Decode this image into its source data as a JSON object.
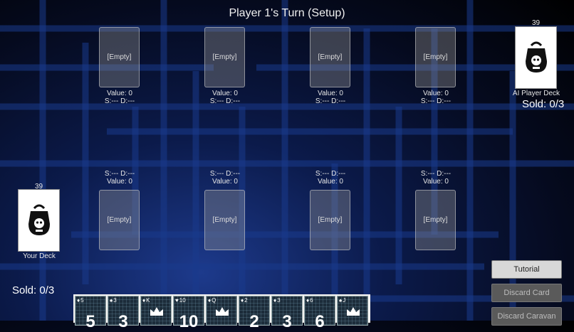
{
  "title": "Player 1's Turn (Setup)",
  "empty_label": "[Empty]",
  "caravans_top": [
    {
      "value": "Value: 0",
      "suit_dir": "S:--- D:---"
    },
    {
      "value": "Value: 0",
      "suit_dir": "S:--- D:---"
    },
    {
      "value": "Value: 0",
      "suit_dir": "S:--- D:---"
    },
    {
      "value": "Value: 0",
      "suit_dir": "S:--- D:---"
    }
  ],
  "caravans_bottom": [
    {
      "value": "Value: 0",
      "suit_dir": "S:--- D:---"
    },
    {
      "value": "Value: 0",
      "suit_dir": "S:--- D:---"
    },
    {
      "value": "Value: 0",
      "suit_dir": "S:--- D:---"
    },
    {
      "value": "Value: 0",
      "suit_dir": "S:--- D:---"
    }
  ],
  "ai_deck": {
    "count": "39",
    "label": "AI Player Deck",
    "sold": "Sold: 0/3"
  },
  "player_deck": {
    "count": "39",
    "label": "Your Deck",
    "sold": "Sold: 0/3"
  },
  "buttons": {
    "tutorial": "Tutorial",
    "discard_card": "Discard Card",
    "discard_caravan": "Discard Caravan"
  },
  "hand": [
    {
      "rank": "5",
      "suit": "diamond-icon",
      "big": "5",
      "face": false
    },
    {
      "rank": "3",
      "suit": "spade-icon",
      "big": "3",
      "face": false
    },
    {
      "rank": "K",
      "suit": "diamond-icon",
      "big": "",
      "face": true
    },
    {
      "rank": "10",
      "suit": "heart-icon",
      "big": "10",
      "face": false
    },
    {
      "rank": "Q",
      "suit": "diamond-icon",
      "big": "",
      "face": true
    },
    {
      "rank": "2",
      "suit": "diamond-icon",
      "big": "2",
      "face": false
    },
    {
      "rank": "3",
      "suit": "diamond-icon",
      "big": "3",
      "face": false
    },
    {
      "rank": "6",
      "suit": "diamond-icon",
      "big": "6",
      "face": false
    },
    {
      "rank": "J",
      "suit": "spade-icon",
      "big": "",
      "face": true
    }
  ],
  "colors": {
    "background": "#050a1e",
    "maze": "#1a3a8c",
    "slot": "#969696",
    "button_primary": "#d8d8d8",
    "button_disabled": "#5a5a5a"
  }
}
